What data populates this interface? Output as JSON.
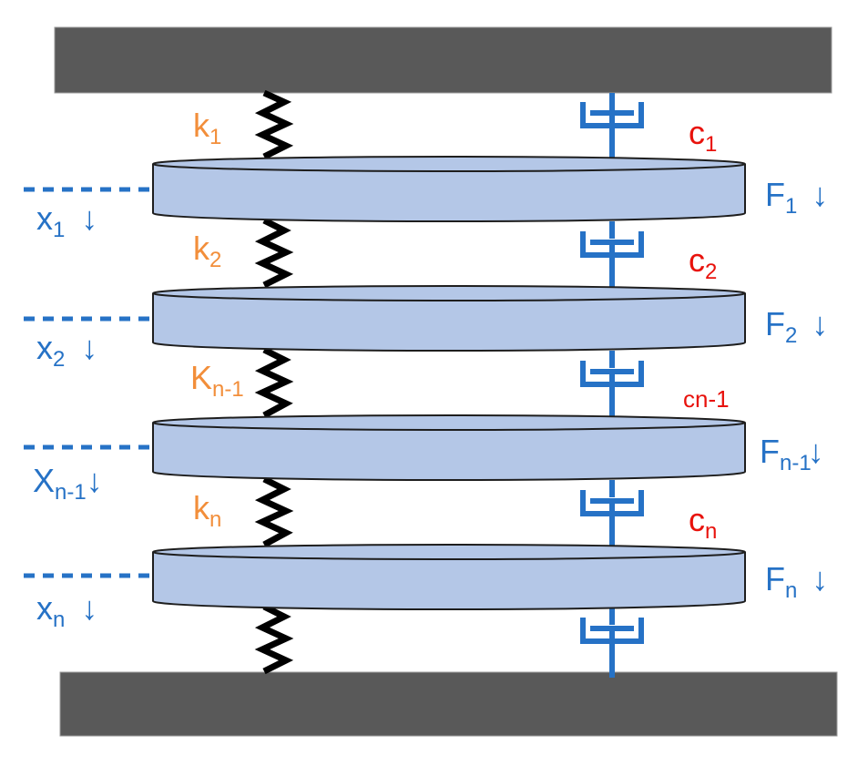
{
  "colors": {
    "wall": "#595959",
    "mass_fill": "#B4C7E7",
    "mass_stroke": "#1E1E1E",
    "spring": "#000000",
    "damper": "#2672C6",
    "spring_label": "#F28E3A",
    "damper_label": "#E8120C",
    "displacement": "#2672C6",
    "force": "#2672C6"
  },
  "arrow_glyph": "↓",
  "springs": [
    {
      "base": "k",
      "sub": "1"
    },
    {
      "base": "k",
      "sub": "2"
    },
    {
      "base": "K",
      "sub": "n-1"
    },
    {
      "base": "k",
      "sub": "n"
    }
  ],
  "dampers": [
    {
      "base": "c",
      "sub": "1"
    },
    {
      "base": "c",
      "sub": "2"
    },
    {
      "base": "cn-1",
      "sub": ""
    },
    {
      "base": "c",
      "sub": "n"
    }
  ],
  "displacements": [
    {
      "base": "x",
      "sub": "1"
    },
    {
      "base": "x",
      "sub": "2"
    },
    {
      "base": "X",
      "sub": "n-1"
    },
    {
      "base": "x",
      "sub": "n"
    }
  ],
  "forces": [
    {
      "base": "F",
      "sub": "1"
    },
    {
      "base": "F",
      "sub": "2"
    },
    {
      "base": "F",
      "sub": "n-1"
    },
    {
      "base": "F",
      "sub": "n"
    }
  ]
}
